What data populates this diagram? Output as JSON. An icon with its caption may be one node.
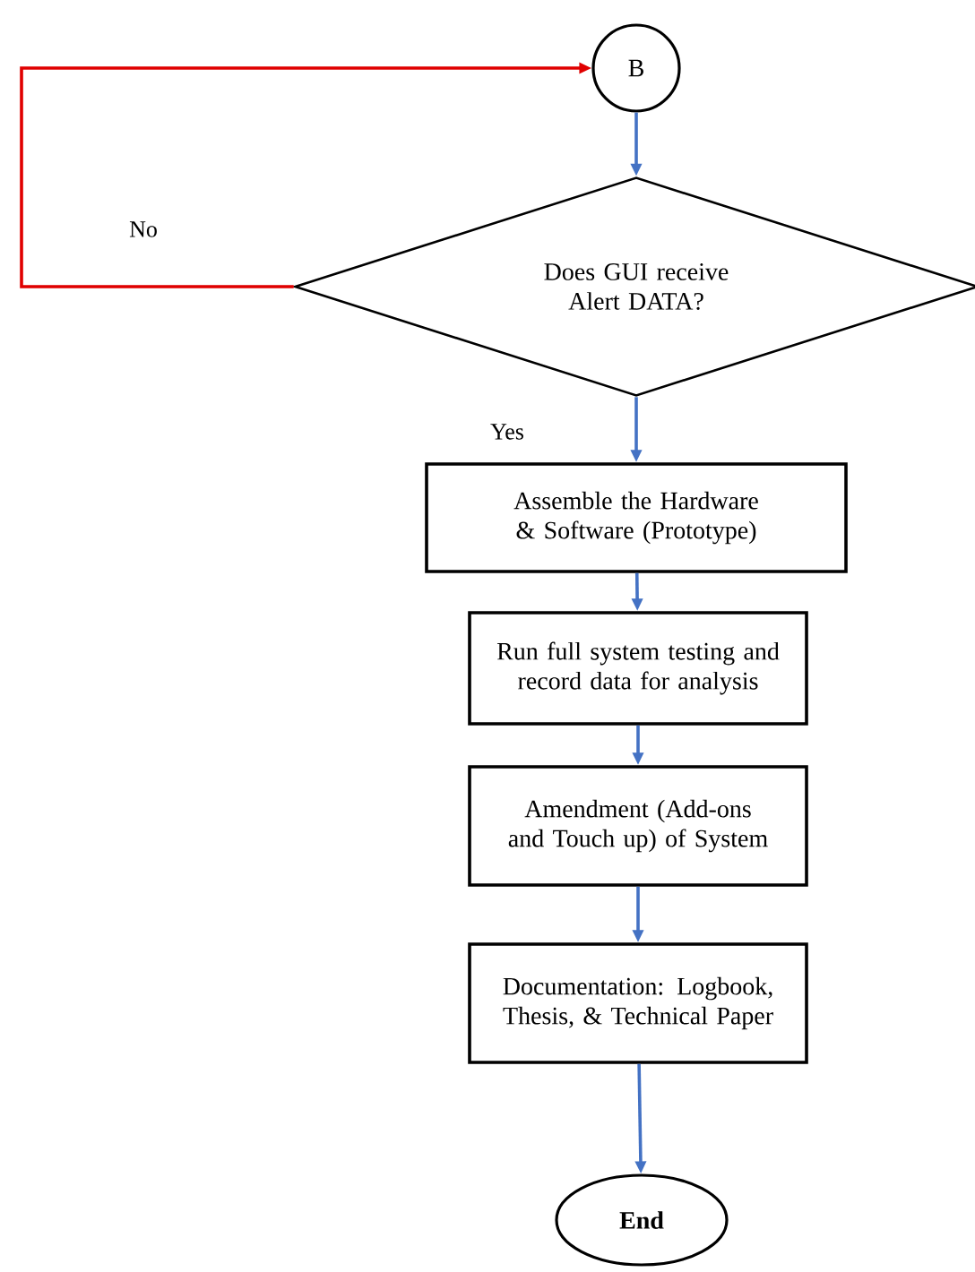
{
  "diagram": {
    "nodes": [
      {
        "text": [
          "B"
        ]
      },
      {
        "text": [
          "Does GUI receive Alert DATA?"
        ]
      },
      {
        "text": [
          "Assemble the Hardware & Software (Prototype)"
        ]
      },
      {
        "text": [
          "Run full system testing and record data for analysis"
        ]
      },
      {
        "text": [
          "Amendment (Add-ons and Touch up) of System"
        ]
      },
      {
        "text": [
          "Documentation: Logbook, Thesis, & Technical Paper"
        ]
      },
      {
        "text": [
          "End"
        ]
      }
    ],
    "edges": [
      {
        "from": 0,
        "to": 1,
        "arrow": "to"
      },
      {
        "from": 1,
        "to": 2,
        "arrow": "to",
        "label": "Yes"
      },
      {
        "from": 2,
        "to": 3,
        "arrow": "to"
      },
      {
        "from": 3,
        "to": 4,
        "arrow": "to"
      },
      {
        "from": 4,
        "to": 5,
        "arrow": "to"
      },
      {
        "from": 5,
        "to": 6,
        "arrow": "to"
      },
      {
        "from": 1,
        "to": 0,
        "arrow": "to",
        "label": "No",
        "color": "#e00000"
      }
    ]
  }
}
